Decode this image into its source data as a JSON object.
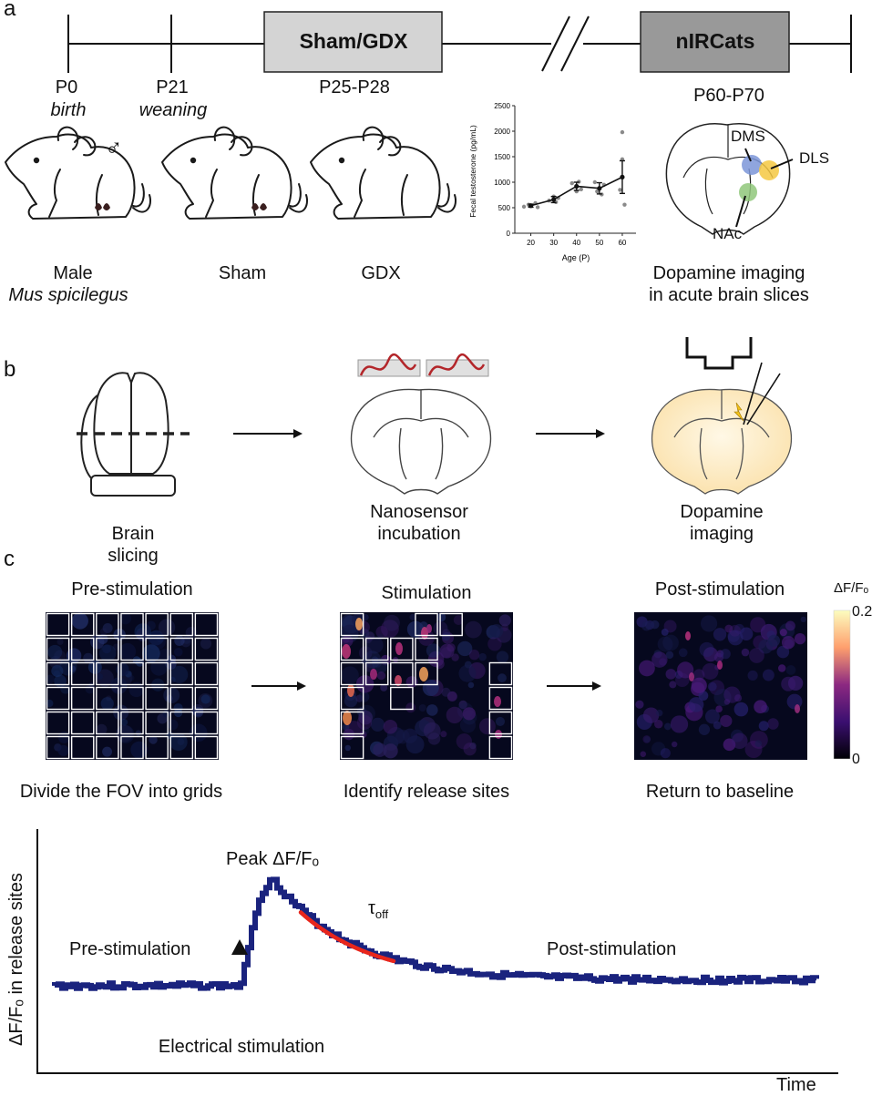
{
  "panels": {
    "a": "a",
    "b": "b",
    "c": "c"
  },
  "timeline": {
    "p0": "P0",
    "p0_sub": "birth",
    "p21": "P21",
    "p21_sub": "weaning",
    "sham_gdx": "Sham/GDX",
    "sham_gdx_sub": "P25-P28",
    "nircats": "nIRCats",
    "nircats_sub": "P60-P70"
  },
  "mice": {
    "male": "Male",
    "species": "Mus spicilegus",
    "sham": "Sham",
    "gdx": "GDX",
    "male_symbol": "♂"
  },
  "brain_regions": {
    "dms": "DMS",
    "dls": "DLS",
    "nac": "NAc",
    "caption1": "Dopamine imaging",
    "caption2": "in acute brain slices"
  },
  "workflow_b": {
    "step1_l1": "Brain",
    "step1_l2": "slicing",
    "step2_l1": "Nanosensor",
    "step2_l2": "incubation",
    "step3_l1": "Dopamine",
    "step3_l2": "imaging"
  },
  "workflow_c": {
    "pre_title": "Pre-stimulation",
    "stim_title": "Stimulation",
    "post_title": "Post-stimulation",
    "pre_caption": "Divide the FOV into grids",
    "stim_caption": "Identify release sites",
    "post_caption": "Return to baseline",
    "colorbar_label": "ΔF/Fₒ",
    "colorbar_max": "0.2",
    "colorbar_min": "0"
  },
  "trace": {
    "ylabel": "ΔF/Fₒ in release sites",
    "xlabel": "Time",
    "pre": "Pre-stimulation",
    "post": "Post-stimulation",
    "peak": "Peak ΔF/Fₒ",
    "tau": "τ",
    "tau_sub": "off",
    "stim": "Electrical stimulation",
    "trace_color": "#1a237e",
    "fit_color": "#e8261c"
  },
  "chart_data": {
    "type": "line",
    "title": "",
    "xlabel": "Age (P)",
    "ylabel": "Fecal testosterone (pg/mL)",
    "xticks": [
      20,
      30,
      40,
      50,
      60
    ],
    "yticks": [
      0,
      500,
      1000,
      1500,
      2000,
      2500
    ],
    "xlim": [
      13,
      66
    ],
    "ylim": [
      0,
      2500
    ],
    "mean": {
      "x": [
        20,
        30,
        40,
        50,
        60
      ],
      "y": [
        540,
        660,
        920,
        880,
        1100
      ],
      "err": [
        30,
        60,
        80,
        110,
        320
      ]
    },
    "points": [
      {
        "x": 17,
        "y": 520
      },
      {
        "x": 19,
        "y": 560
      },
      {
        "x": 22,
        "y": 590
      },
      {
        "x": 23,
        "y": 510
      },
      {
        "x": 28,
        "y": 640
      },
      {
        "x": 30,
        "y": 720
      },
      {
        "x": 31,
        "y": 610
      },
      {
        "x": 32,
        "y": 690
      },
      {
        "x": 38,
        "y": 980
      },
      {
        "x": 40,
        "y": 820
      },
      {
        "x": 41,
        "y": 1010
      },
      {
        "x": 42,
        "y": 860
      },
      {
        "x": 48,
        "y": 1000
      },
      {
        "x": 49,
        "y": 820
      },
      {
        "x": 51,
        "y": 760
      },
      {
        "x": 52,
        "y": 950
      },
      {
        "x": 60,
        "y": 1980
      },
      {
        "x": 60,
        "y": 1450
      },
      {
        "x": 59,
        "y": 850
      },
      {
        "x": 61,
        "y": 560
      }
    ]
  }
}
